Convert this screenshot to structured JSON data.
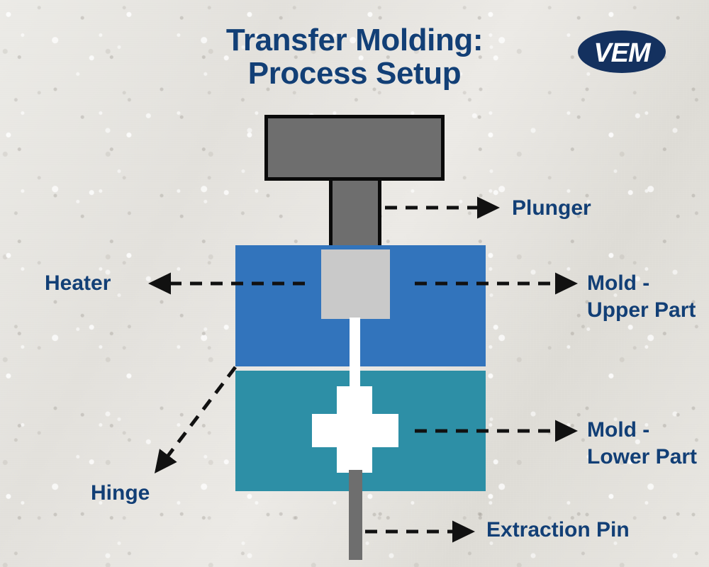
{
  "title": {
    "line1": "Transfer Molding:",
    "line2": "Process Setup"
  },
  "logo": {
    "text": "VEM",
    "shape": "ellipse",
    "fill": "#14315f",
    "text_color": "#ffffff"
  },
  "colors": {
    "title_navy": "#123f76",
    "label_navy": "#123f76",
    "mold_upper_blue": "#3274bc",
    "mold_lower_teal": "#2d8fa6",
    "plunger_gray": "#6e6e6e",
    "plunger_border": "#0a0a0a",
    "transfer_pot_gray": "#c9c9c9",
    "cavity_white": "#ffffff",
    "arrow_black": "#111111",
    "background_stone": "#e6e4df"
  },
  "labels": [
    {
      "id": "plunger",
      "text": "Plunger",
      "arrow": "right"
    },
    {
      "id": "mold-upper",
      "text": "Mold -\nUpper Part",
      "arrow": "right"
    },
    {
      "id": "heater",
      "text": "Heater",
      "arrow": "left"
    },
    {
      "id": "mold-lower",
      "text": "Mold -\nLower Part",
      "arrow": "right"
    },
    {
      "id": "hinge",
      "text": "Hinge",
      "arrow": "diagonal-down-left"
    },
    {
      "id": "extraction",
      "text": "Extraction Pin",
      "arrow": "right"
    }
  ],
  "parts": [
    {
      "id": "plunger-head",
      "name": "Plunger Head"
    },
    {
      "id": "plunger-shaft",
      "name": "Plunger Shaft"
    },
    {
      "id": "mold-upper",
      "name": "Mold Upper Part"
    },
    {
      "id": "mold-lower",
      "name": "Mold Lower Part"
    },
    {
      "id": "transfer-pot",
      "name": "Transfer Pot / Charge"
    },
    {
      "id": "sprue",
      "name": "Sprue Channel"
    },
    {
      "id": "cavity",
      "name": "Cross-shaped Mold Cavity"
    },
    {
      "id": "ejector-pin",
      "name": "Extraction Pin"
    }
  ]
}
